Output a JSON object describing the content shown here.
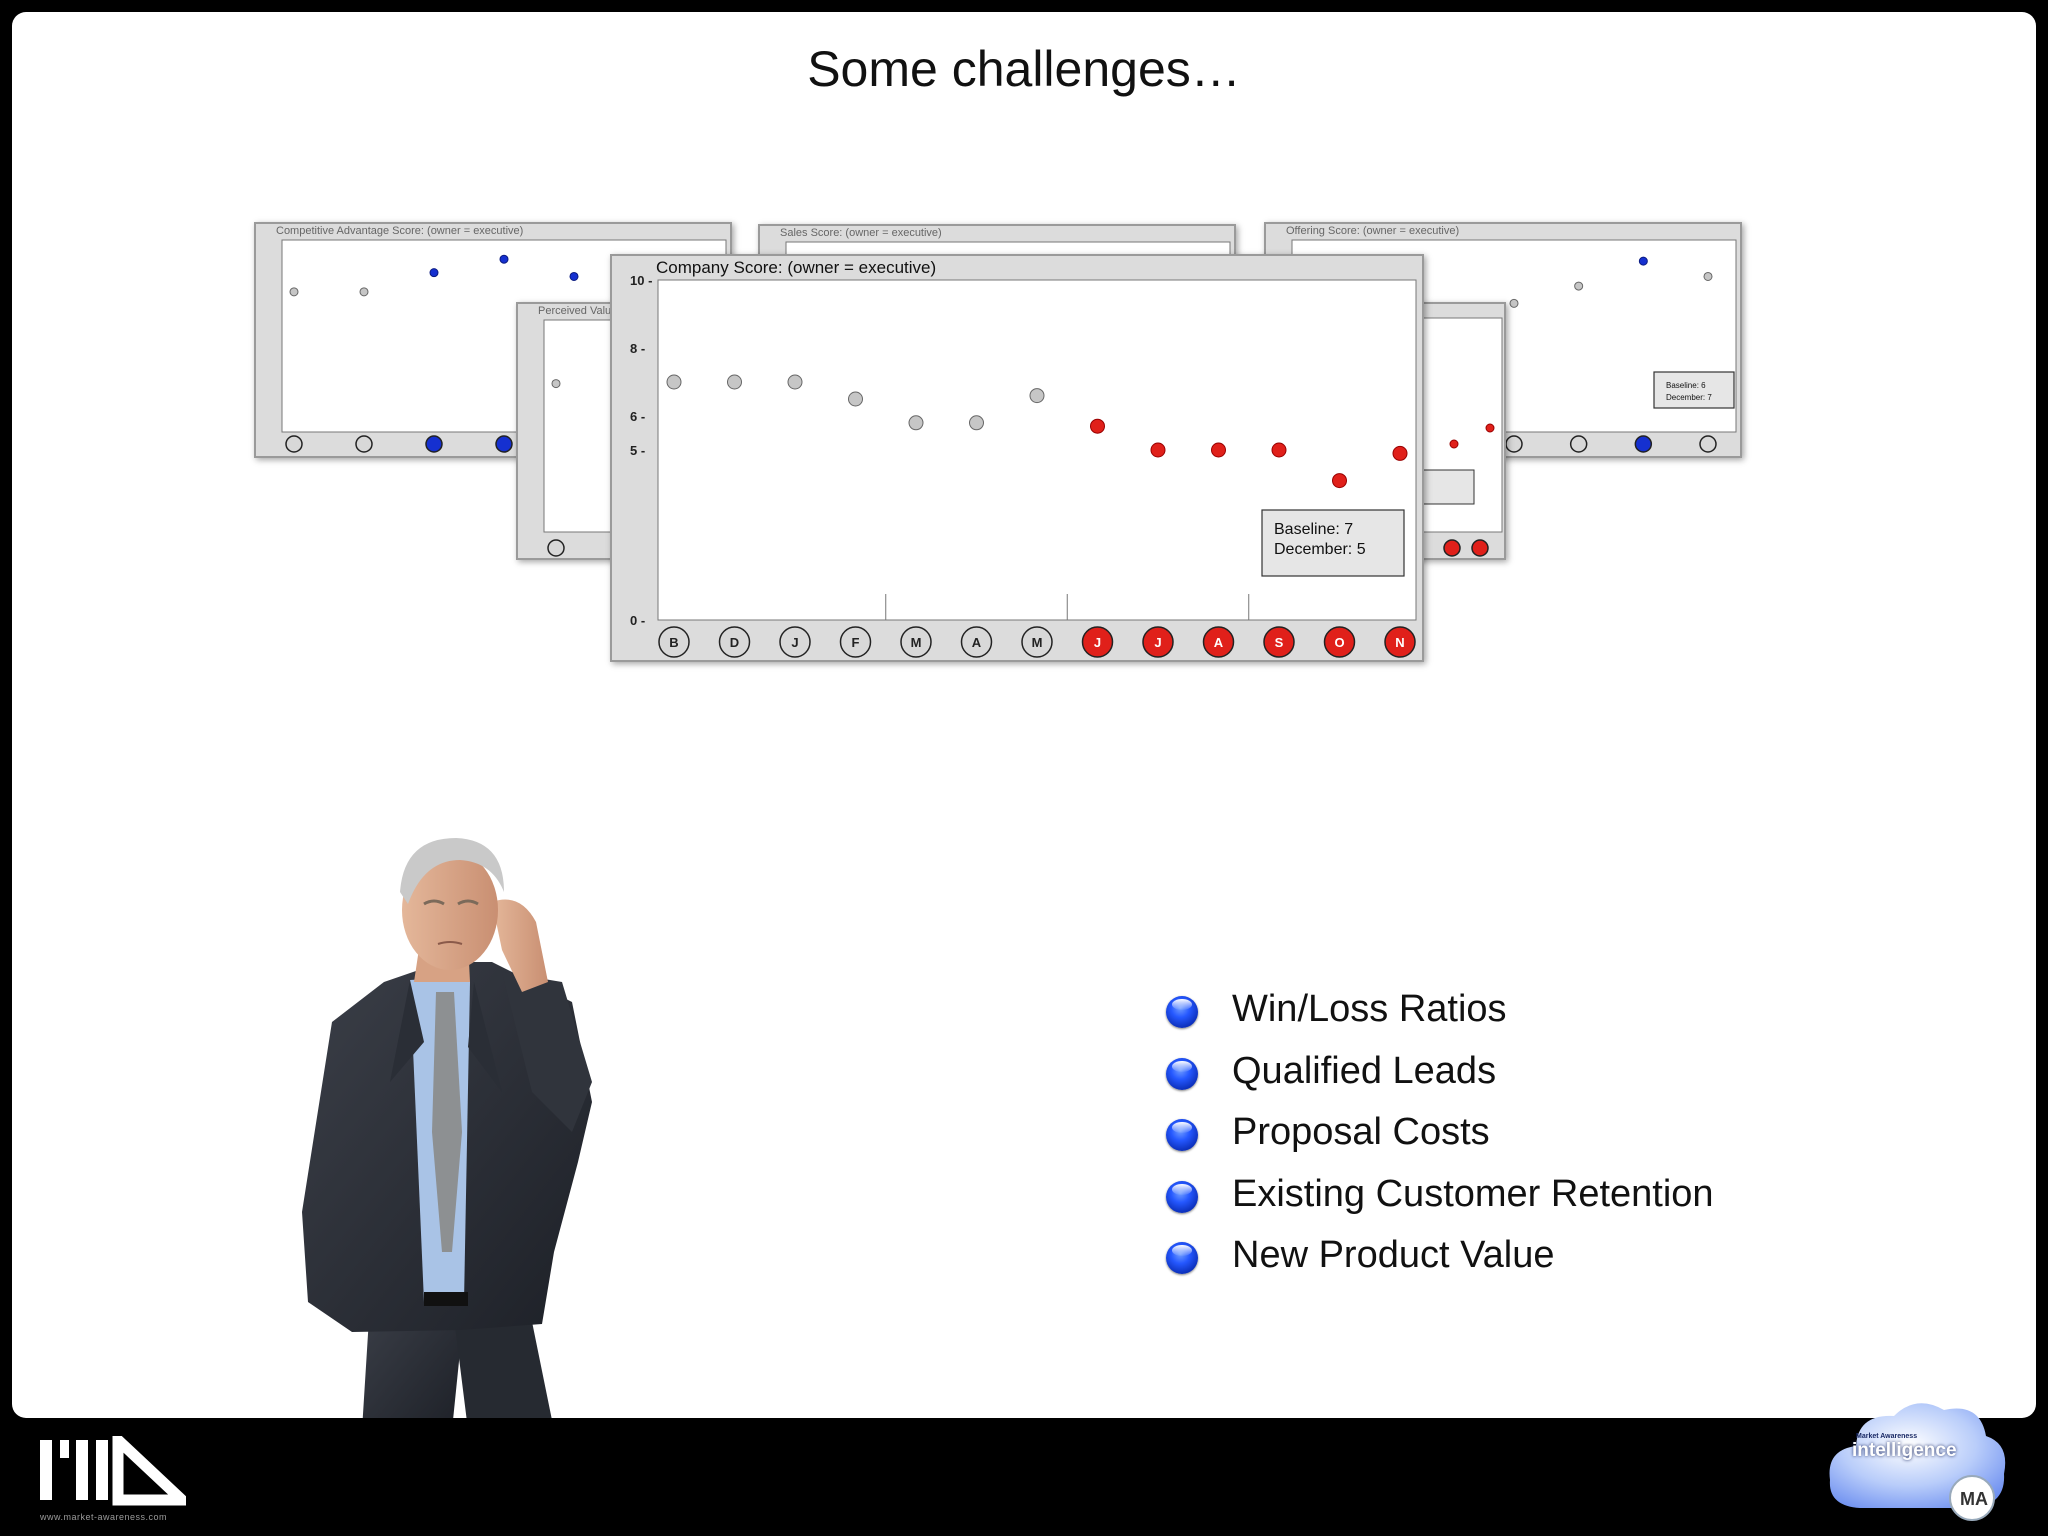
{
  "slide": {
    "title": "Some challenges…"
  },
  "bullets": [
    "Win/Loss Ratios",
    "Qualified Leads",
    "Proposal Costs",
    "Existing Customer Retention",
    "New Product Value"
  ],
  "footer": {
    "url": "www.market-awareness.com"
  },
  "cloud_logo": {
    "small": "Market Awareness",
    "big": "intelligence"
  },
  "colors": {
    "red": "#e0201a",
    "blue": "#1530d0",
    "gray": "#c6c6c6",
    "black_frame": "#000000"
  },
  "chart_data": [
    {
      "type": "scatter",
      "title": "Company Score: (owner = executive)",
      "categories": [
        "B",
        "D",
        "J",
        "F",
        "M",
        "A",
        "M",
        "J",
        "J",
        "A",
        "S",
        "O",
        "N"
      ],
      "values": [
        7,
        7,
        7,
        6.5,
        5.8,
        5.8,
        6.6,
        5.7,
        5,
        5,
        5,
        4.1,
        4.9
      ],
      "point_status": [
        "gray",
        "gray",
        "gray",
        "gray",
        "gray",
        "gray",
        "gray",
        "red",
        "red",
        "red",
        "red",
        "red",
        "red"
      ],
      "yticks": [
        0,
        5,
        6,
        8,
        10
      ],
      "ylim": [
        0,
        10
      ],
      "annotation": [
        "Baseline: 7",
        "December: 5"
      ]
    },
    {
      "type": "scatter",
      "title": "Competitive Advantage Score: (owner = executive)",
      "values": [
        7.3,
        7.3,
        8.3,
        9,
        8.1,
        6.8,
        6.8
      ],
      "point_status": [
        "gray",
        "gray",
        "blue",
        "blue",
        "blue",
        "gray",
        "gray"
      ],
      "ylim": [
        0,
        10
      ]
    },
    {
      "type": "scatter",
      "title": "Perceived Value",
      "values": [
        7,
        7
      ],
      "point_status": [
        "gray",
        "gray"
      ],
      "ylim": [
        0,
        10
      ]
    },
    {
      "type": "scatter",
      "title": "Sales Score: (owner = executive)",
      "values": [],
      "ylim": [
        0,
        10
      ]
    },
    {
      "type": "scatter",
      "title": "Offering Score: (owner = executive)",
      "values": [
        4.9,
        5.8,
        5.8,
        6.7,
        7.6,
        8.9,
        8.1
      ],
      "point_status": [
        "red",
        "red",
        "red",
        "gray",
        "gray",
        "blue",
        "gray"
      ],
      "ylim": [
        0,
        10
      ],
      "annotation": [
        "Baseline: 6",
        "December: 7"
      ]
    }
  ]
}
